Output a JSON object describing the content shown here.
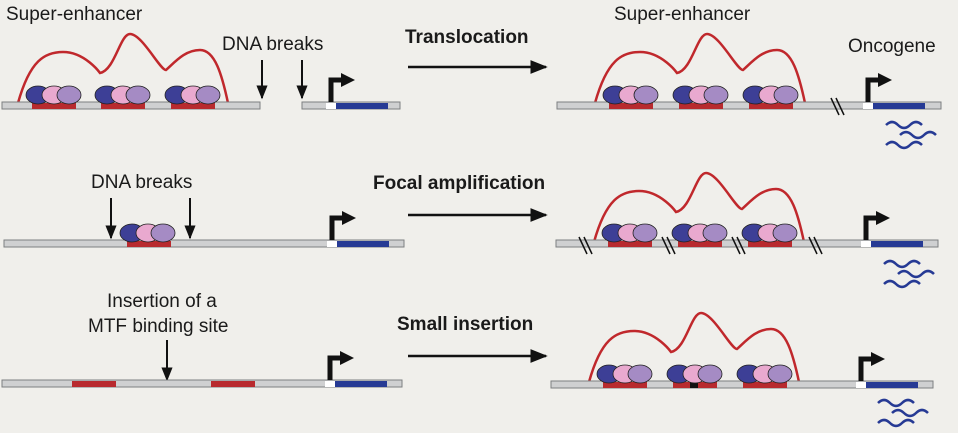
{
  "colors": {
    "background": "#f0efeb",
    "dna": "#cfd0d1",
    "dna_edge": "#7d7f81",
    "enhancer": "#b82a2e",
    "signal_curve": "#c0282c",
    "tf_dark_blue": "#3d3f96",
    "tf_pink": "#e9a9cf",
    "tf_lavender": "#a58bc4",
    "gene_body": "#263a94",
    "promoter": "#ffffff",
    "arrow": "#111111",
    "transcript": "#263a94",
    "insertion": "#111111"
  },
  "rows": [
    {
      "id": "translocation",
      "mechanism_label": "Translocation",
      "before": {
        "super_enhancer_label": "Super-enhancer",
        "break_label": "DNA breaks",
        "break_count": 2
      },
      "after": {
        "super_enhancer_label": "Super-enhancer",
        "gene_label": "Oncogene",
        "transcribed": true
      }
    },
    {
      "id": "focal-amplification",
      "mechanism_label": "Focal amplification",
      "before": {
        "break_label": "DNA breaks",
        "break_count": 2
      },
      "after": {
        "transcribed": true
      }
    },
    {
      "id": "small-insertion",
      "mechanism_label": "Small insertion",
      "before": {
        "insertion_label_line1": "Insertion of a",
        "insertion_label_line2": "MTF binding site"
      },
      "after": {
        "transcribed": true
      }
    }
  ]
}
